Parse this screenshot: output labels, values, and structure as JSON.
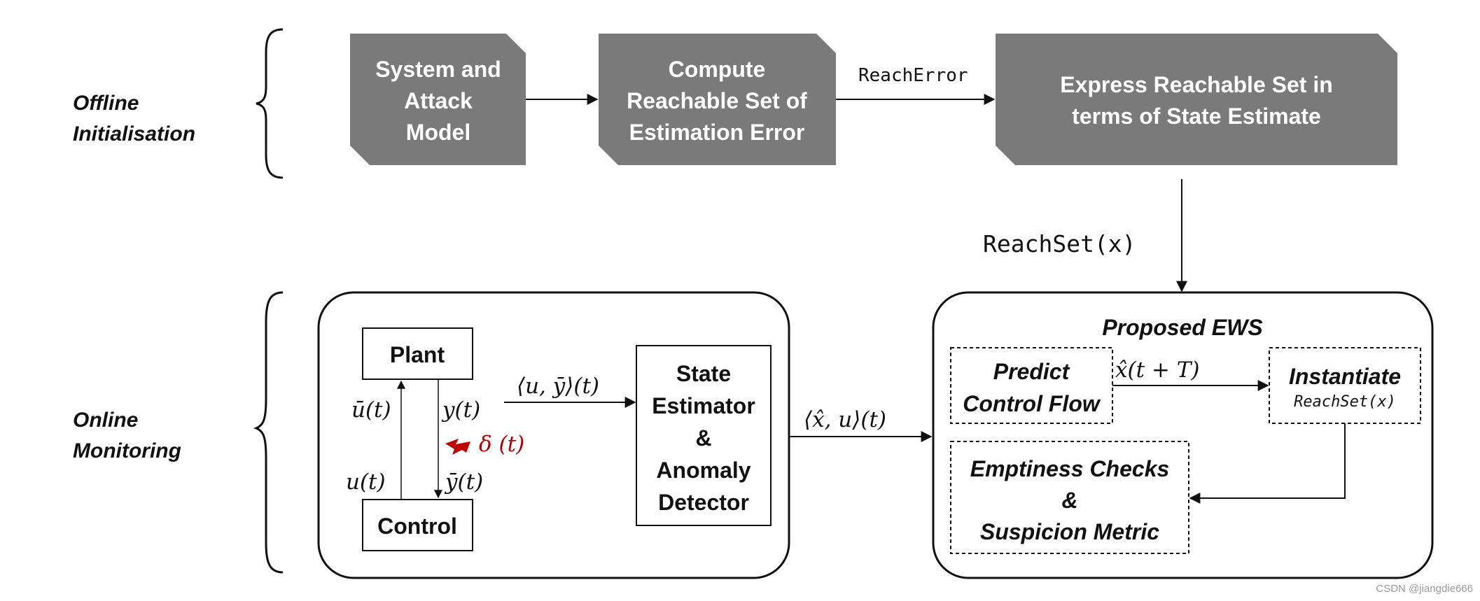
{
  "sections": {
    "offline": [
      "Offline",
      "Initialisation"
    ],
    "online": [
      "Online",
      "Monitoring"
    ]
  },
  "offline_boxes": {
    "system_model": [
      "System and",
      "Attack",
      "Model"
    ],
    "compute_reach": [
      "Compute",
      "Reachable Set of",
      "Estimation Error"
    ],
    "express_reach": [
      "Express Reachable Set in",
      "terms of State Estimate"
    ]
  },
  "edge_labels": {
    "reach_error": "ReachError",
    "reach_set_x": "ReachSet(x)",
    "u_ybar": "⟨u, ȳ⟩(t)",
    "xhat_u": "⟨x̂, u⟩(t)",
    "xhat_t_plus_T": "x̂(t + T)"
  },
  "plant_loop": {
    "plant": "Plant",
    "control": "Control",
    "u_bar": "ū(t)",
    "y": "y(t)",
    "delta": "δ (t)",
    "u": "u(t)",
    "y_bar": "ȳ(t)"
  },
  "estimator": [
    "State",
    "Estimator",
    "&",
    "Anomaly",
    "Detector"
  ],
  "ews": {
    "title": "Proposed EWS",
    "predict": [
      "Predict",
      "Control Flow"
    ],
    "instantiate_title": "Instantiate",
    "instantiate_sub": "ReachSet(x)",
    "emptiness": [
      "Emptiness Checks",
      "&",
      "Suspicion Metric"
    ]
  },
  "watermark": "CSDN @jiangdie666",
  "colors": {
    "grey_box": "#7a7a7a",
    "line": "#111111",
    "attack_red": "#c00000"
  }
}
